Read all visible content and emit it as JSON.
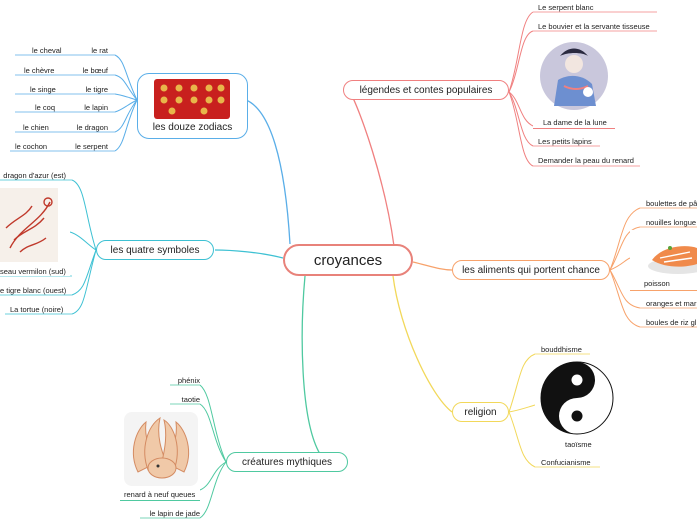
{
  "central": "croyances",
  "colors": {
    "central": "#e8827a",
    "legendes": "#f08080",
    "aliments": "#f7a26b",
    "religion": "#f2d85a",
    "creatures": "#4fc9a0",
    "symboles": "#3ec1d3",
    "zodiacs": "#5aaee8"
  },
  "branches": {
    "legendes": {
      "label": "légendes et contes populaires",
      "items": [
        "Le serpent blanc",
        "Le bouvier et la servante tisseuse",
        "La dame de la lune",
        "Les petits lapins",
        "Demander la peau du renard"
      ]
    },
    "aliments": {
      "label": "les aliments qui portent chance",
      "items": [
        "boulettes de pâ",
        "nouilles longue",
        "poisson",
        "oranges et mar",
        "boules de riz gl"
      ]
    },
    "religion": {
      "label": "religion",
      "items": [
        "bouddhisme",
        "taoïsme",
        "Confucianisme"
      ]
    },
    "creatures": {
      "label": "créatures mythiques",
      "items": [
        "phénix",
        "taotie",
        "renard à neuf queues",
        "le lapin de jade"
      ]
    },
    "symboles": {
      "label": "les quatre symboles",
      "items": [
        "dragon d'azur (est)",
        "seau vermilon (sud)",
        "e tigre blanc (ouest)",
        "La tortue (noire)"
      ]
    },
    "zodiacs": {
      "label": "les douze zodiacs",
      "left": [
        "le cheval",
        "le chèvre",
        "le singe",
        "le coq",
        "le chien",
        "le cochon"
      ],
      "right": [
        "le rat",
        "le bœuf",
        "le tigre",
        "le lapin",
        "le dragon",
        "le serpent"
      ]
    }
  }
}
